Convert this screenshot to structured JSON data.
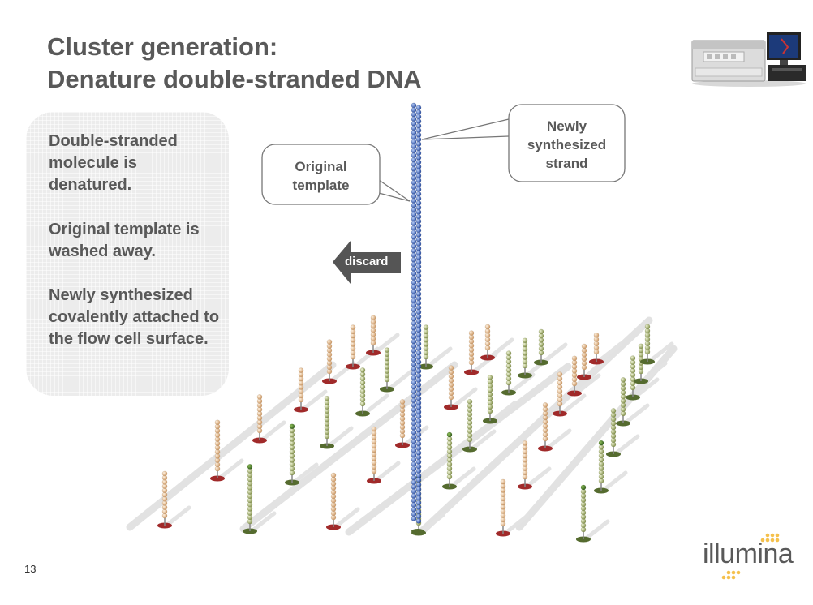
{
  "slide": {
    "title_line1": "Cluster generation:",
    "title_line2": "Denature double-stranded DNA",
    "page_number": "13"
  },
  "notes": {
    "paragraph1": "Double-stranded molecule is denatured.",
    "paragraph2": "Original template is washed away.",
    "paragraph3": "Newly synthesized covalently attached to the flow cell surface."
  },
  "callouts": {
    "newly_synthesized": [
      "Newly",
      "synthesized",
      "strand"
    ],
    "original_template": [
      "Original",
      "template"
    ]
  },
  "arrow": {
    "label": "discard"
  },
  "logo": {
    "text": "illumina"
  },
  "colors": {
    "title_gray": "#595959",
    "strand_blue": "#3a5fb8",
    "strand_green": "#a9b97a",
    "tan_bead": "#e0b98f",
    "base_red": "#a02a2a",
    "base_green": "#556b2f",
    "arrow_gray": "#555555",
    "logo_dots": "#f5c14d"
  }
}
